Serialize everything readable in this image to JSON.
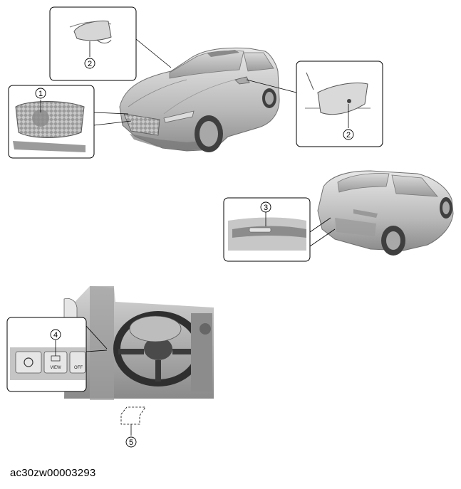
{
  "figure": {
    "reference_code": "ac30zw00003293",
    "callouts": {
      "c1": "1",
      "c2a": "2",
      "c2b": "2",
      "c3": "3",
      "c4": "4",
      "c5": "5"
    },
    "switch_panel": {
      "view_label": "VIEW",
      "off_label": "OFF"
    }
  }
}
